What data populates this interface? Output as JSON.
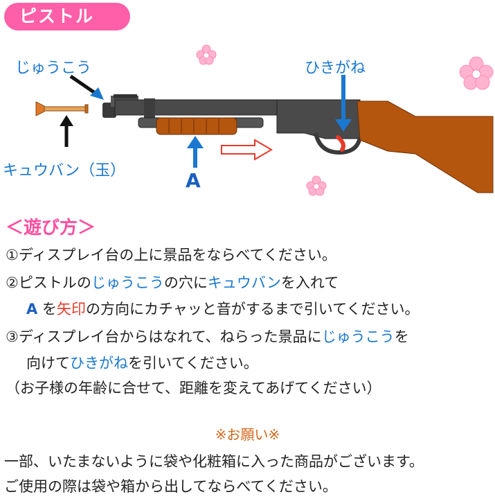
{
  "header": {
    "title": "ピストル"
  },
  "diagram": {
    "label_muzzle": "じゅうこう",
    "label_trigger": "ひきがね",
    "label_sucker": "キュウバン（玉）",
    "label_a": "A",
    "colors": {
      "gun_body": "#4a4a4a",
      "wood": "#b5560f",
      "arrow_blue": "#1a78d0",
      "arrow_red": "#e63a2a",
      "flower": "#ffb3cf"
    }
  },
  "howto": {
    "heading": "＜遊び方＞",
    "step1": "①ディスプレイ台の上に景品をならべてください。",
    "step2_a": "②ピストルの",
    "step2_b": "じゅうこう",
    "step2_c": "の穴に",
    "step2_d": "キュウバン",
    "step2_e": "を入れて",
    "step2l2_a": "A",
    "step2l2_b": " を",
    "step2l2_c": "矢印",
    "step2l2_d": "の方向にカチャッと音がするまで引いてください。",
    "step3_a": "③ディスプレイ台からはなれて、ねらった景品に",
    "step3_b": "じゅうこう",
    "step3_c": "を",
    "step3l2_a": "向けて",
    "step3l2_b": "ひきがね",
    "step3l2_c": "を引いてください。",
    "note": "（お子様の年齢に合せて、距離を変えてあげてください）"
  },
  "notice": {
    "heading": "※お願い※",
    "line1": "一部、いたまないように袋や化粧箱に入った商品がございます。",
    "line2": "ご使用の際は袋や箱から出してならべてください。"
  }
}
